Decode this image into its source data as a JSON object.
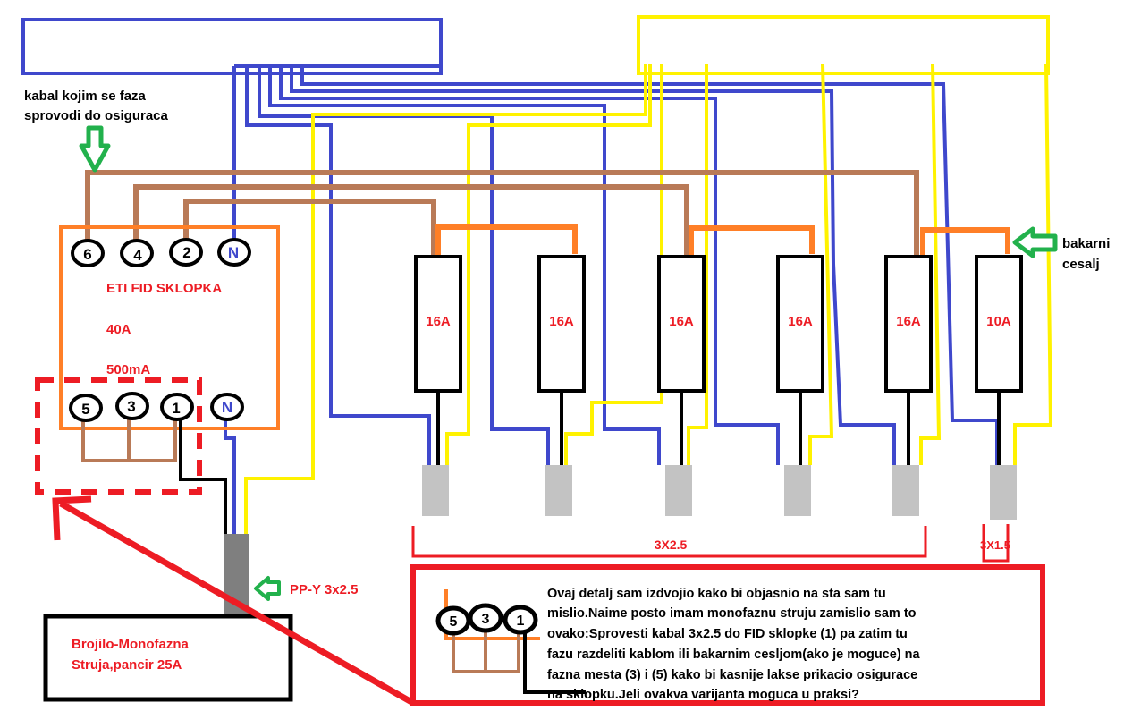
{
  "colors": {
    "neutral": "#3f48cc",
    "earth": "#fff200",
    "phase": "#b97a57",
    "comb": "#ff7f27",
    "breaker": "#000000",
    "label_red": "#ed1c24",
    "arrow_green": "#22b14c",
    "cable_gray": "#c3c3c3",
    "supply_cable": "#7f7f7f",
    "text": "#000000"
  },
  "annotations": {
    "phase_feed": "kabal kojim se faza",
    "phase_feed_line2": "sprovodi do osiguraca",
    "comb_label": "bakarni",
    "comb_label_line2": "cesalj",
    "supply_cable": "PP-Y 3x2.5"
  },
  "rcd": {
    "title": "ETI FID SKLOPKA",
    "rating": "40A",
    "sensitivity": "500mA",
    "top_terminals": [
      "6",
      "4",
      "2",
      "N"
    ],
    "bottom_terminals": [
      "5",
      "3",
      "1",
      "N"
    ]
  },
  "meter": {
    "line1": "Brojilo-Monofazna",
    "line2": "Struja,pancir 25A"
  },
  "breakers": [
    {
      "rating": "16A"
    },
    {
      "rating": "16A"
    },
    {
      "rating": "16A"
    },
    {
      "rating": "16A"
    },
    {
      "rating": "16A"
    },
    {
      "rating": "10A"
    }
  ],
  "cable_groups": [
    {
      "label": "3X2.5"
    },
    {
      "label": "3X1.5"
    }
  ],
  "detail": {
    "terminals": [
      "5",
      "3",
      "1"
    ],
    "text_lines": [
      "Ovaj detalj sam izdvojio kako bi objasnio na sta sam tu",
      "mislio.Naime posto imam monofaznu struju zamislio sam to",
      "ovako:Sprovesti kabal 3x2.5 do FID sklopke (1) pa zatim tu",
      "fazu razdeliti kablom ili bakarnim cesljom(ako je moguce) na",
      "fazna mesta (3) i (5) kako bi kasnije lakse prikacio osigurace",
      "na sklopku.Jeli ovakva varijanta moguca u praksi?"
    ]
  }
}
